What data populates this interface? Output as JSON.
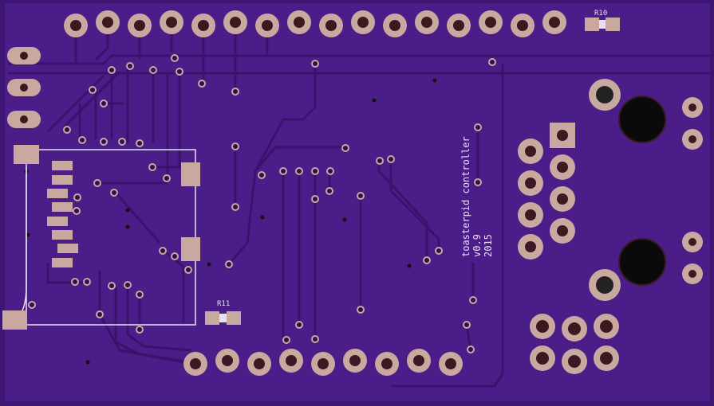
{
  "board": {
    "title_line1": "toasterpid controller",
    "title_line2": "v0.9",
    "title_line3": "2015"
  },
  "labels": {
    "r10": "R10",
    "r11": "R11"
  },
  "colors": {
    "substrate": "#4a1d86",
    "trace": "#3b1470",
    "pad": "#c9a8a0",
    "drill": "#3a1a20",
    "silk": "#e8e0f0"
  }
}
